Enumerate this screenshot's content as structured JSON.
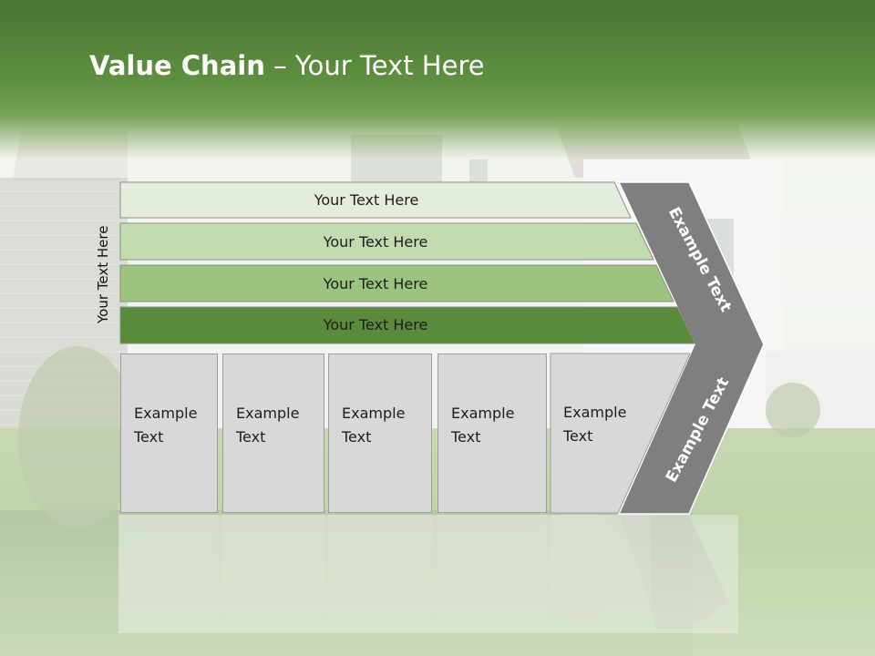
{
  "slide": {
    "title_bold": "Value Chain",
    "title_rest": " – Your Text Here"
  },
  "side_label": "Your Text Here",
  "rows": [
    {
      "label": "Your Text Here",
      "color": "#e2eedb"
    },
    {
      "label": "Your Text Here",
      "color": "#c3dbb1"
    },
    {
      "label": "Your Text Here",
      "color": "#9cc47f"
    },
    {
      "label": "Your Text Here",
      "color": "#5a8a3b"
    }
  ],
  "cells": [
    {
      "line1": "Example",
      "line2": "Text"
    },
    {
      "line1": "Example",
      "line2": "Text"
    },
    {
      "line1": "Example",
      "line2": "Text"
    },
    {
      "line1": "Example",
      "line2": "Text"
    },
    {
      "line1": "Example",
      "line2": "Text"
    }
  ],
  "chevron": {
    "top_text": "Example Text",
    "bottom_text": "Example Text",
    "color": "#7f7f7f"
  },
  "colors": {
    "title_band": "#5e8f3f",
    "cell_fill": "#d8d8d8"
  }
}
